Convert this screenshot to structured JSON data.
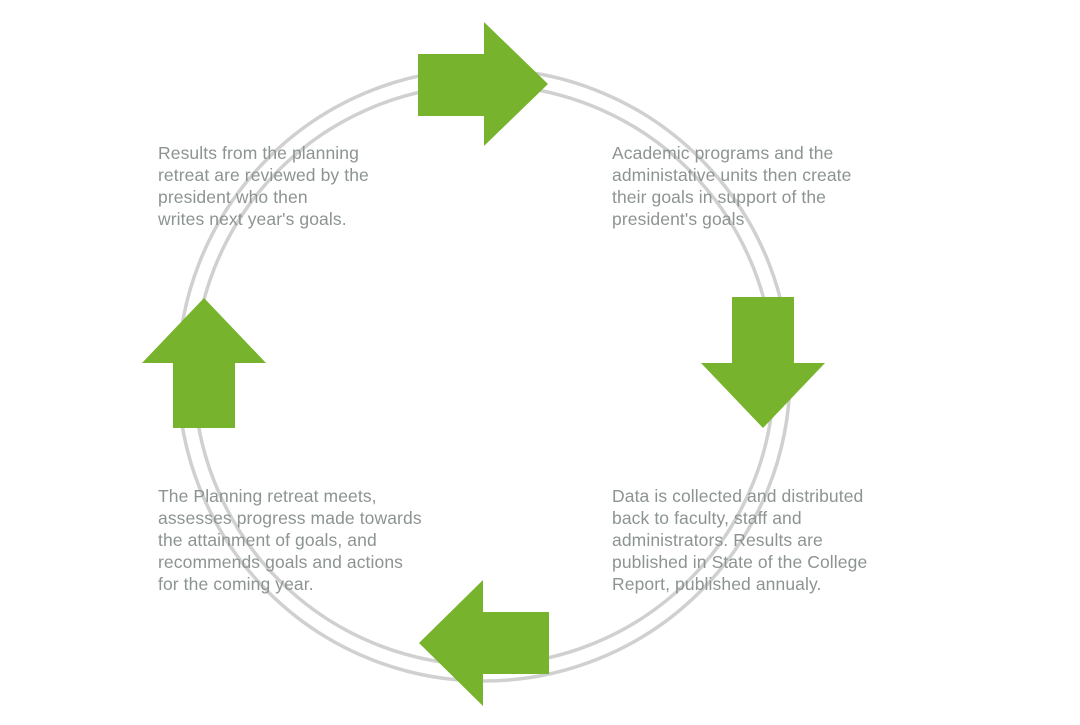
{
  "colors": {
    "arrow": "#77b32d",
    "ring": "#d0d0d0",
    "text": "#8c9490"
  },
  "steps": [
    {
      "text": "Results from the planning\nretreat are reviewed by the\npresident who then\nwrites next year's goals."
    },
    {
      "text": "Academic programs and the\nadministative units then create\ntheir goals in support of the\npresident's goals"
    },
    {
      "text": "Data is collected and distributed\nback to faculty, staff and\nadministrators. Results are\npublished in State of the College\nReport, published annualy."
    },
    {
      "text": "The Planning retreat meets,\nassesses progress made towards\nthe attainment of goals, and\nrecommends goals and actions\nfor the coming year."
    }
  ]
}
